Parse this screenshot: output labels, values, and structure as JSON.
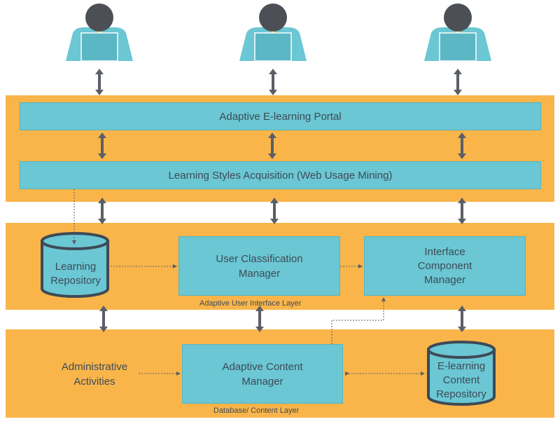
{
  "portal": {
    "label": "Adaptive E-learning Portal"
  },
  "acquisition": {
    "label": "Learning Styles Acquisition (Web Usage Mining)"
  },
  "ui_layer": {
    "caption": "Adaptive User Interface Layer",
    "learning_repository": [
      "Learning",
      "Repository"
    ],
    "user_classification": [
      "User Classification",
      "Manager"
    ],
    "interface_component": [
      "Interface",
      "Component",
      "Manager"
    ]
  },
  "content_layer": {
    "caption": "Database/ Content Layer",
    "admin": [
      "Administrative",
      "Activities"
    ],
    "content_manager": [
      "Adaptive Content",
      "Manager"
    ],
    "content_repository": [
      "E-learning",
      "Content",
      "Repository"
    ]
  },
  "colors": {
    "layer": "#f9b54a",
    "box": "#6ac7d3",
    "arrow": "#5a5f66",
    "user_head": "#4c4f55",
    "user_body": "#6ac7d3"
  },
  "icons": [
    "user-icon",
    "double-arrow-icon",
    "database-icon"
  ]
}
